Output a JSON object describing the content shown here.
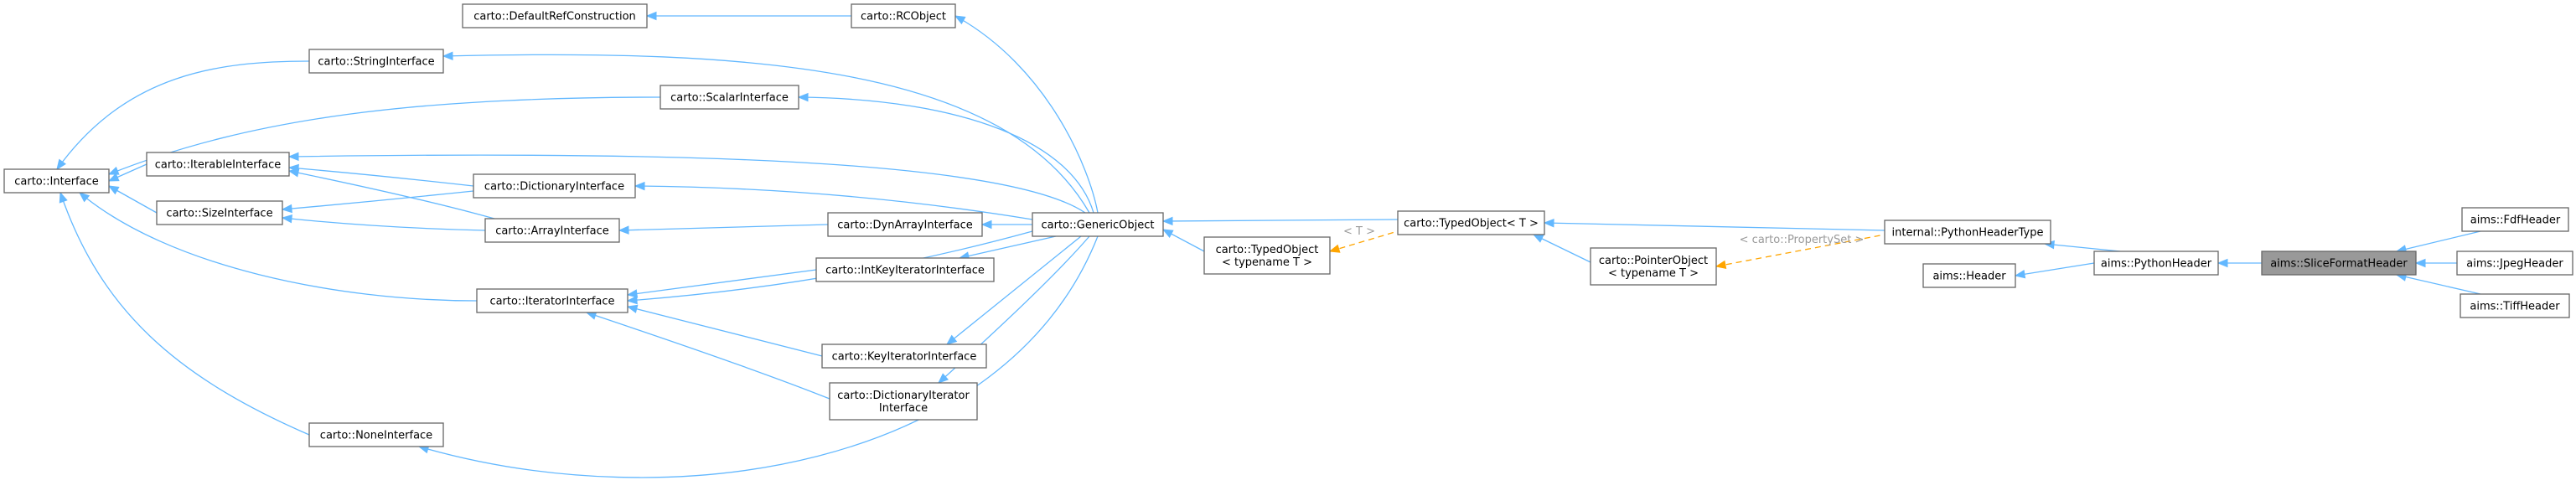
{
  "diagram": {
    "nodes": {
      "interface": {
        "label": [
          "carto::Interface"
        ]
      },
      "stringInterface": {
        "label": [
          "carto::StringInterface"
        ]
      },
      "defaultRef": {
        "label": [
          "carto::DefaultRefConstruction"
        ]
      },
      "rcObject": {
        "label": [
          "carto::RCObject"
        ]
      },
      "scalarInterface": {
        "label": [
          "carto::ScalarInterface"
        ]
      },
      "iterableInterface": {
        "label": [
          "carto::IterableInterface"
        ]
      },
      "sizeInterface": {
        "label": [
          "carto::SizeInterface"
        ]
      },
      "dictionaryInterface": {
        "label": [
          "carto::DictionaryInterface"
        ]
      },
      "arrayInterface": {
        "label": [
          "carto::ArrayInterface"
        ]
      },
      "dynArrayInterface": {
        "label": [
          "carto::DynArrayInterface"
        ]
      },
      "intKeyIteratorInterface": {
        "label": [
          "carto::IntKeyIteratorInterface"
        ]
      },
      "iteratorInterface": {
        "label": [
          "carto::IteratorInterface"
        ]
      },
      "keyIteratorInterface": {
        "label": [
          "carto::KeyIteratorInterface"
        ]
      },
      "dictionaryIteratorInterface": {
        "label": [
          "carto::DictionaryIterator",
          "Interface"
        ]
      },
      "noneInterface": {
        "label": [
          "carto::NoneInterface"
        ]
      },
      "genericObject": {
        "label": [
          "carto::GenericObject"
        ]
      },
      "typedObjectTypename": {
        "label": [
          "carto::TypedObject",
          "< typename T >"
        ]
      },
      "typedObjectT": {
        "label": [
          "carto::TypedObject< T >"
        ]
      },
      "pointerObject": {
        "label": [
          "carto::PointerObject",
          "< typename T >"
        ]
      },
      "pythonHeaderType": {
        "label": [
          "internal::PythonHeaderType"
        ]
      },
      "aimsHeader": {
        "label": [
          "aims::Header"
        ]
      },
      "pythonHeader": {
        "label": [
          "aims::PythonHeader"
        ]
      },
      "sliceFormatHeader": {
        "label": [
          "aims::SliceFormatHeader"
        ]
      },
      "fdfHeader": {
        "label": [
          "aims::FdfHeader"
        ]
      },
      "jpegHeader": {
        "label": [
          "aims::JpegHeader"
        ]
      },
      "tiffHeader": {
        "label": [
          "aims::TiffHeader"
        ]
      }
    },
    "edge_labels": {
      "typedObjectTemplate": "< T >",
      "propertySetTemplate": "< carto::PropertySet >"
    },
    "colors": {
      "edge": "#63b8ff",
      "template_edge": "#ffa500",
      "node_fill": "#ffffff",
      "node_stroke": "#666666",
      "highlight_fill": "#999999",
      "edge_label": "#9a9a9a"
    }
  }
}
